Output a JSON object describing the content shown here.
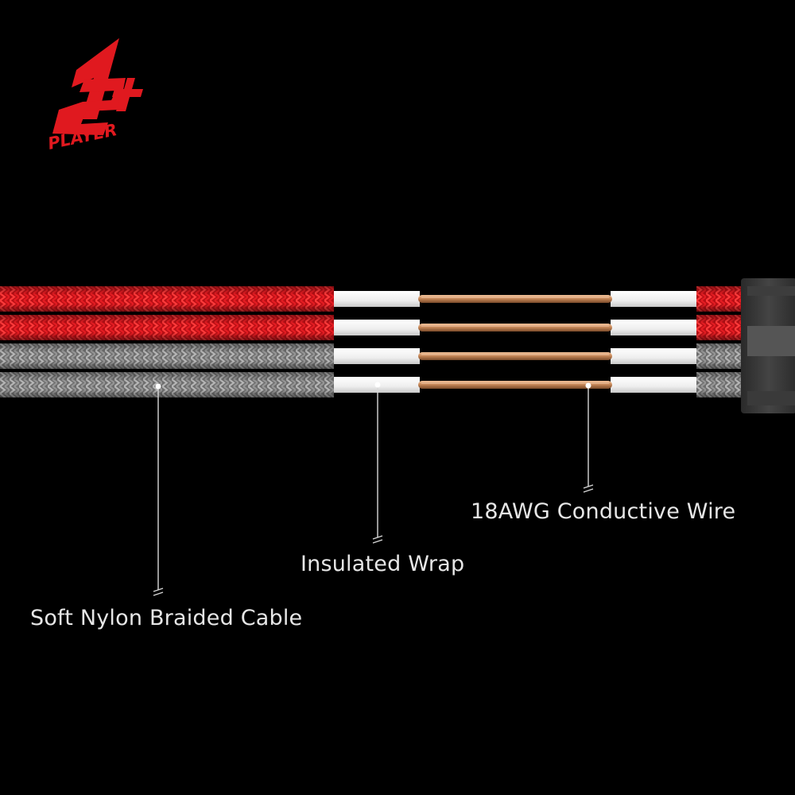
{
  "logo": {
    "mark": "1st",
    "text": "PLAYER"
  },
  "colors": {
    "background": "#000000",
    "braid_red": "#d8141b",
    "braid_grey": "#8c8c8c",
    "insulation": "#f2f2f2",
    "copper": "#c98a5a",
    "label_text": "#e6e6e6",
    "logo_red": "#e0191f"
  },
  "cables": [
    {
      "braid": "red"
    },
    {
      "braid": "red"
    },
    {
      "braid": "grey"
    },
    {
      "braid": "grey"
    }
  ],
  "callouts": {
    "soft_nylon": "Soft Nylon Braided Cable",
    "insulated_wrap": "Insulated Wrap",
    "conductive_wire": "18AWG Conductive Wire"
  }
}
